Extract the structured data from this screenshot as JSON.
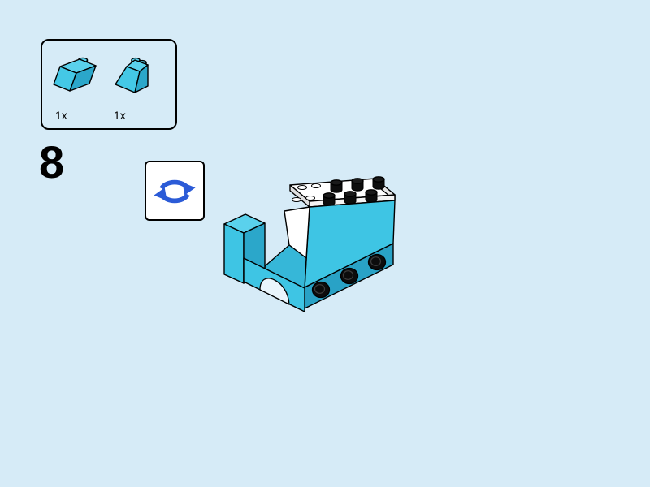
{
  "page": {
    "background_color": "#D6EBF7"
  },
  "step": {
    "number": "8"
  },
  "parts_panel": {
    "parts": [
      {
        "id": "slope-brick-left",
        "count_label": "1x",
        "color_name": "medium-azure",
        "color": "#3EC5E4"
      },
      {
        "id": "slope-brick-right",
        "count_label": "1x",
        "color_name": "medium-azure",
        "color": "#3EC5E4"
      }
    ]
  },
  "rotate_hint": {
    "icon": "rotate-model-icon",
    "arrow_color": "#2B5BD7"
  },
  "model_illustration": {
    "description": "Isometric partially built brick model: medium azure body with white top plates, black studs, three black side cylinders, slope on right and arch piece at lower left",
    "primary_color": "#3EC5E4",
    "plate_color": "#FFFFFF",
    "stud_color": "#111111"
  }
}
